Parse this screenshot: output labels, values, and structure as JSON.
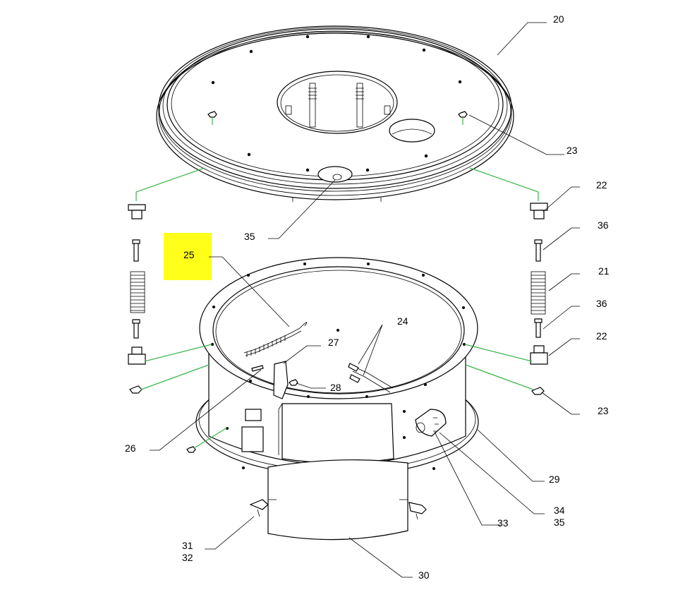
{
  "diagram": {
    "highlight_color": "#ffff1a",
    "leader_color": "#000000",
    "connector_color": "#39b54a",
    "callouts": [
      {
        "id": "c20",
        "text": "20"
      },
      {
        "id": "c23a",
        "text": "23"
      },
      {
        "id": "c22a",
        "text": "22"
      },
      {
        "id": "c36a",
        "text": "36"
      },
      {
        "id": "c35a",
        "text": "35"
      },
      {
        "id": "c25",
        "text": "25"
      },
      {
        "id": "c21",
        "text": "21"
      },
      {
        "id": "c36b",
        "text": "36"
      },
      {
        "id": "c24",
        "text": "24"
      },
      {
        "id": "c27",
        "text": "27"
      },
      {
        "id": "c22b",
        "text": "22"
      },
      {
        "id": "c28",
        "text": "28"
      },
      {
        "id": "c23b",
        "text": "23"
      },
      {
        "id": "c26",
        "text": "26"
      },
      {
        "id": "c29",
        "text": "29"
      },
      {
        "id": "c34",
        "text": "34"
      },
      {
        "id": "c35b",
        "text": "35"
      },
      {
        "id": "c33",
        "text": "33"
      },
      {
        "id": "c31",
        "text": "31"
      },
      {
        "id": "c32",
        "text": "32"
      },
      {
        "id": "c30",
        "text": "30"
      }
    ]
  }
}
